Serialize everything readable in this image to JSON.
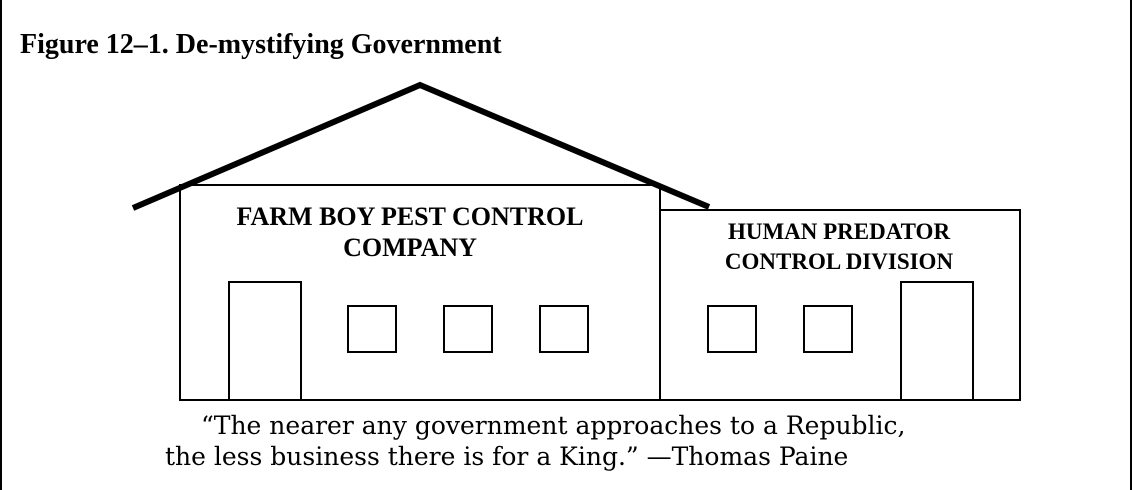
{
  "figure": {
    "title": "Figure 12–1. De-mystifying Government"
  },
  "main_building": {
    "label_line1": "FARM BOY PEST CONTROL",
    "label_line2": "COMPANY"
  },
  "annex_building": {
    "label_line1": "HUMAN PREDATOR",
    "label_line2": "CONTROL DIVISION"
  },
  "quote": {
    "line1": "“The nearer any government approaches to a Republic,",
    "line2": "the less business there is for a King.” —Thomas Paine"
  }
}
